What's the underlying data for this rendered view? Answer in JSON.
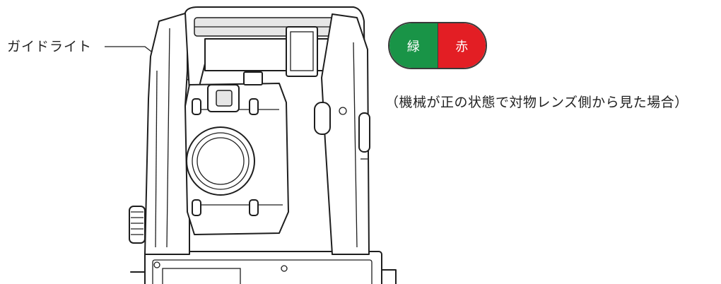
{
  "callout": {
    "label": "ガイドライト"
  },
  "indicator": {
    "green_label": "緑",
    "red_label": "赤",
    "green_color": "#199447",
    "red_color": "#e31e24"
  },
  "caption": "（機械が正の状態で対物レンズ側から見た場合）"
}
